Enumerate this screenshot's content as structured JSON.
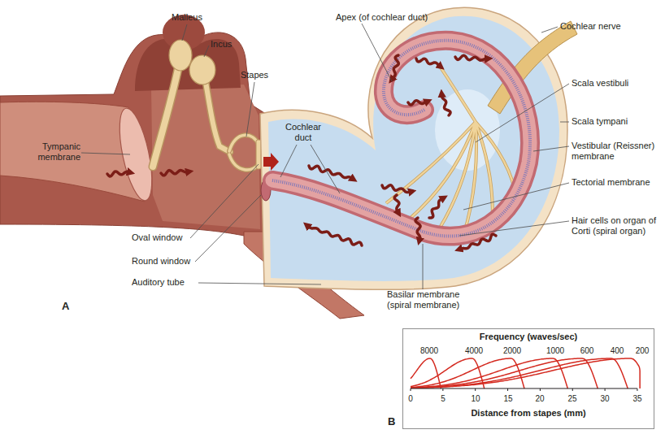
{
  "diagram": {
    "nodes": [
      {
        "text": [
          "Frequency (waves/sec)",
          "Distance from stapes (mm)"
        ]
      }
    ],
    "labels": [
      "Malleus",
      "Apex (of cochlear duct)",
      "Cochlear nerve",
      "Incus",
      "Stapes",
      "Scala vestibuli",
      "Cochlear duct",
      "Scala tympani",
      "Tympanic membrane",
      "Vestibular (Reissner) membrane",
      "Tectorial membrane",
      "Oval window",
      "Hair cells on organ of Corti (spiral organ)",
      "Round window",
      "Auditory tube",
      "Basilar membrane (spiral membrane)",
      "A",
      "8000",
      "4000",
      "2000",
      "1000",
      "600",
      "400",
      "200",
      "0",
      "5",
      "10",
      "15",
      "20",
      "25",
      "30",
      "35",
      "B"
    ]
  }
}
